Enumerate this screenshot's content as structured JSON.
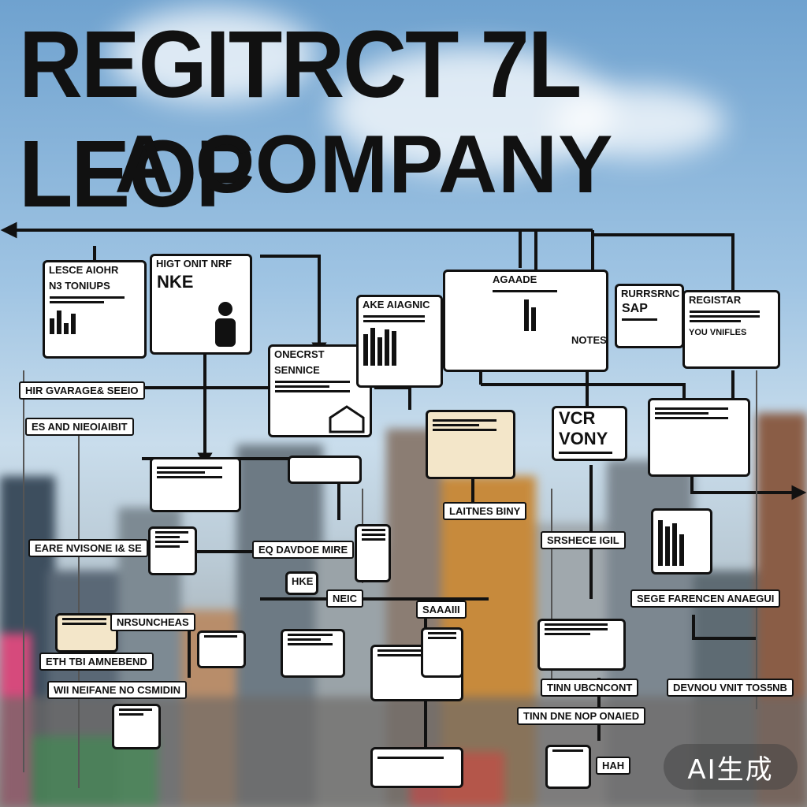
{
  "title": {
    "line1": "REGITRCT 7L LEOP",
    "line2": "A COMPANY"
  },
  "nodes": [
    {
      "key": "n1",
      "heading": "LESCE AIOHR",
      "body": "N3 TONIUPS"
    },
    {
      "key": "n2",
      "heading": "HIGT ONIT NRF",
      "body": "NKE"
    },
    {
      "key": "n3",
      "heading": "AKE AIAGNIC",
      "body": ""
    },
    {
      "key": "n4",
      "heading": "AGAADE",
      "body": "NOTES"
    },
    {
      "key": "n5",
      "heading": "RURRSRNC",
      "body": "SAP"
    },
    {
      "key": "n6",
      "heading": "REGISTAR",
      "body": "YOU VNIFLES"
    },
    {
      "key": "n7",
      "heading": "ONECRST",
      "body": "SENNICE"
    },
    {
      "key": "n8",
      "heading": "",
      "body": ""
    },
    {
      "key": "n9",
      "heading": "VCR VONY",
      "body": ""
    },
    {
      "key": "n10",
      "heading": "",
      "body": ""
    },
    {
      "key": "n11",
      "heading": "",
      "body": ""
    },
    {
      "key": "n12",
      "heading": "",
      "body": ""
    },
    {
      "key": "n13",
      "heading": "",
      "body": ""
    },
    {
      "key": "n14",
      "heading": "HKE",
      "body": ""
    },
    {
      "key": "n15",
      "heading": "",
      "body": ""
    }
  ],
  "labels": [
    {
      "key": "l1",
      "text": "HIR GVARAGE& SEEIO"
    },
    {
      "key": "l2",
      "text": "ES AND NIEOIAIBIT"
    },
    {
      "key": "l3",
      "text": "EARE NVISONE I& SE"
    },
    {
      "key": "l4",
      "text": "LAITNES BINY"
    },
    {
      "key": "l5",
      "text": "EQ DAVDOE MIRE"
    },
    {
      "key": "l6",
      "text": "SRSHECE IGIL"
    },
    {
      "key": "l7",
      "text": "SEGE FARENCEN ANAEGUI"
    },
    {
      "key": "l8",
      "text": "NEIC"
    },
    {
      "key": "l9",
      "text": "SAAAIII"
    },
    {
      "key": "l10",
      "text": "TINN UBCNCONT"
    },
    {
      "key": "l11",
      "text": "DEVNOU VNIT TOS5NB"
    },
    {
      "key": "l12",
      "text": "TINN DNE NOP ONAIED"
    },
    {
      "key": "l13",
      "text": "ETH TBI AMNEBEND"
    },
    {
      "key": "l14",
      "text": "WII NEIFANE NO CSMIDIN"
    },
    {
      "key": "l15",
      "text": "NRSUNCHEAS"
    },
    {
      "key": "l16",
      "text": "HAH"
    }
  ],
  "watermark": "AI生成",
  "colors": {
    "ink": "#111111",
    "sky": "#9fc4e3",
    "box": "#ffffff"
  }
}
